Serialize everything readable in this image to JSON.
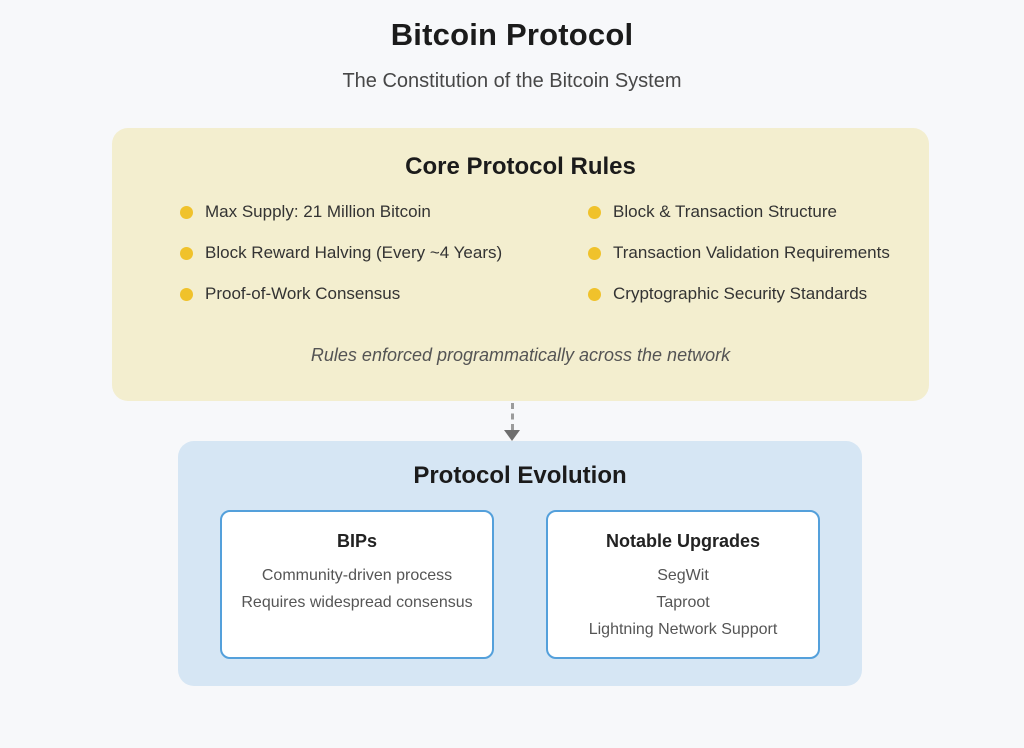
{
  "page": {
    "title": "Bitcoin Protocol",
    "subtitle": "The Constitution of the Bitcoin System"
  },
  "core_rules": {
    "title": "Core Protocol Rules",
    "left_items": [
      "Max Supply: 21 Million Bitcoin",
      "Block Reward Halving (Every ~4 Years)",
      "Proof-of-Work Consensus"
    ],
    "right_items": [
      "Block & Transaction Structure",
      "Transaction Validation Requirements",
      "Cryptographic Security Standards"
    ],
    "note": "Rules enforced programmatically across the network"
  },
  "evolution": {
    "title": "Protocol Evolution",
    "cards": [
      {
        "title": "BIPs",
        "lines": [
          "Community-driven process",
          "Requires widespread consensus"
        ]
      },
      {
        "title": "Notable Upgrades",
        "lines": [
          "SegWit",
          "Taproot",
          "Lightning Network Support"
        ]
      }
    ]
  },
  "colors": {
    "page_background": "#F7F8FA",
    "rules_panel_background": "#F3EECF",
    "bullet": "#F0C22B",
    "evolution_panel_background": "#D6E6F4",
    "card_border": "#54A0DB",
    "arrow": "#6e6e6e"
  }
}
